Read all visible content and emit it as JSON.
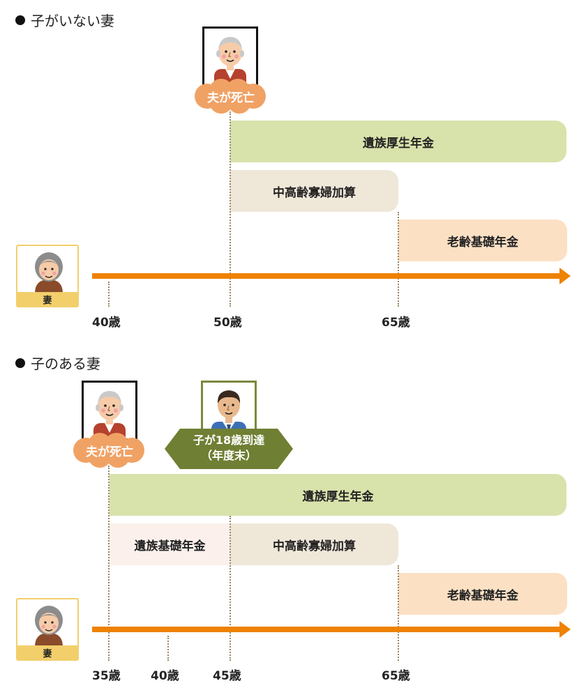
{
  "section1": {
    "title": "子がいない妻",
    "event_label": "夫が死亡",
    "bars": {
      "survivor_pension": "遺族厚生年金",
      "widow_addition": "中高齢寡婦加算",
      "old_age_pension": "老齢基礎年金"
    },
    "wife_label": "妻",
    "ages": [
      "40歳",
      "50歳",
      "65歳"
    ]
  },
  "section2": {
    "title": "子のある妻",
    "event_label": "夫が死亡",
    "child_event_line1": "子が18歳到達",
    "child_event_line2": "（年度末）",
    "bars": {
      "survivor_pension": "遺族厚生年金",
      "survivor_basic": "遺族基礎年金",
      "widow_addition": "中高齢寡婦加算",
      "old_age_pension": "老齢基礎年金"
    },
    "wife_label": "妻",
    "ages": [
      "35歳",
      "40歳",
      "45歳",
      "65歳"
    ]
  },
  "colors": {
    "axis": "#ee8204",
    "survivor_pension_bar": "#d8e2ab",
    "widow_addition_bar": "#efe7d8",
    "old_age_bar": "#fbe0c4",
    "survivor_basic_bar": "#fbf0ec",
    "death_cloud": "#f0a265",
    "child_hexagon": "#6f7f33"
  },
  "icons": [
    "old-man-portrait-icon",
    "young-man-portrait-icon",
    "elderly-woman-icon",
    "cloud-icon"
  ]
}
